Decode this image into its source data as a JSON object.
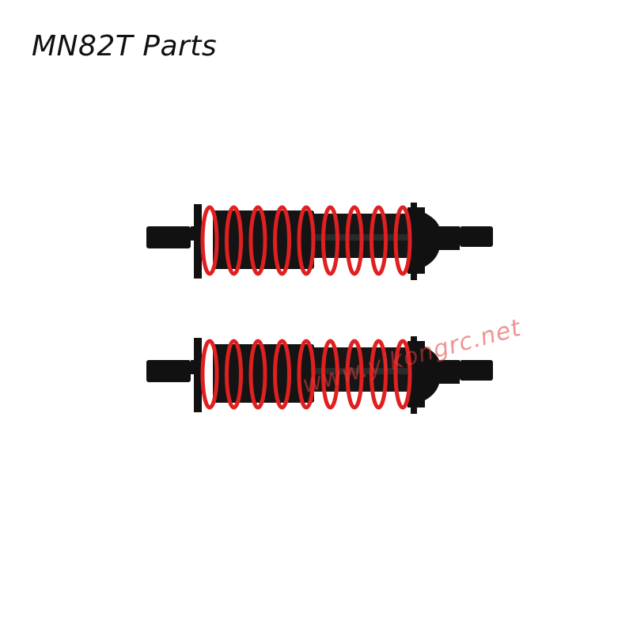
{
  "page_title": "MN82T Parts",
  "product": {
    "item_count": 2,
    "colors": {
      "spring": "#e02020",
      "body": "#111111"
    }
  },
  "watermark": "www.yikongrc.net"
}
